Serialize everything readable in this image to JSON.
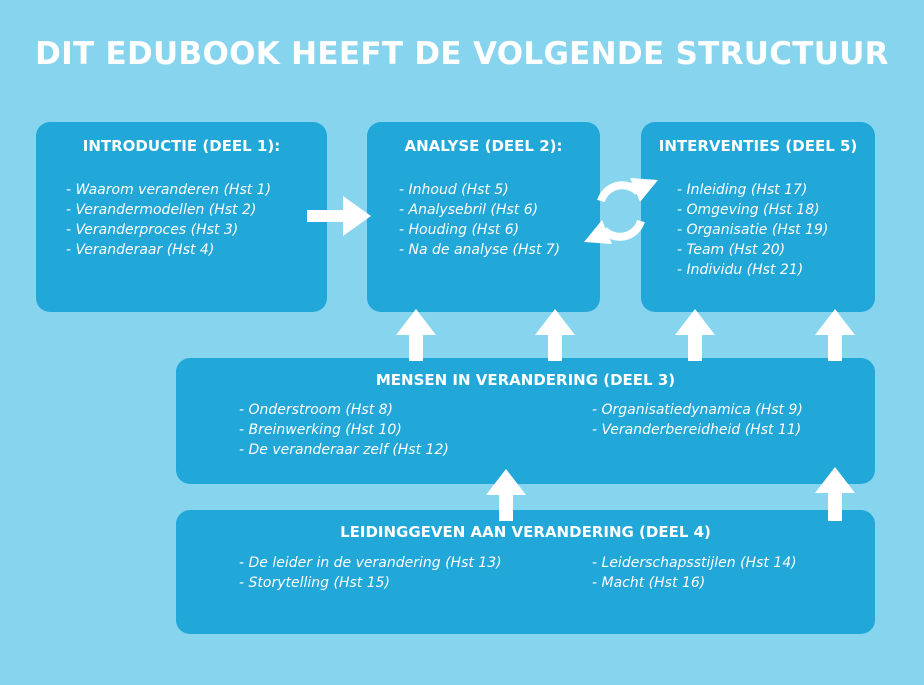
{
  "title": "DIT EDUBOOK HEEFT DE VOLGENDE STRUCTUUR",
  "colors": {
    "background": "#86d4ee",
    "box": "#21a7d8",
    "text": "#ffffff"
  },
  "boxes": {
    "intro": {
      "title": "INTRODUCTIE (DEEL 1):",
      "items": [
        "Waarom veranderen (Hst 1)",
        "Verandermodellen (Hst 2)",
        "Veranderproces (Hst 3)",
        "Veranderaar (Hst 4)"
      ]
    },
    "analyse": {
      "title": "ANALYSE (DEEL 2):",
      "items": [
        "Inhoud (Hst 5)",
        "Analysebril (Hst 6)",
        "Houding (Hst 6)",
        "Na de analyse (Hst 7)"
      ]
    },
    "interventies": {
      "title": "INTERVENTIES (DEEL 5)",
      "items": [
        "Inleiding (Hst 17)",
        "Omgeving (Hst 18)",
        "Organisatie (Hst 19)",
        "Team (Hst 20)",
        "Individu (Hst 21)"
      ]
    },
    "mensen": {
      "title": "MENSEN IN VERANDERING (DEEL 3)",
      "left_items": [
        "Onderstroom (Hst 8)",
        "Breinwerking (Hst 10)",
        "De veranderaar zelf (Hst 12)"
      ],
      "right_items": [
        "Organisatiedynamica (Hst 9)",
        "Veranderbereidheid (Hst 11)"
      ]
    },
    "leiding": {
      "title": "LEIDINGGEVEN AAN VERANDERING (DEEL 4)",
      "left_items": [
        "De leider in de verandering (Hst 13)",
        "Storytelling (Hst 15)"
      ],
      "right_items": [
        "Leiderschapsstijlen (Hst 14)",
        "Macht (Hst 16)"
      ]
    }
  },
  "icons": {
    "cycle": "refresh-cycle-icon",
    "arrow_right": "arrow-right-icon",
    "arrow_up": "arrow-up-icon"
  }
}
